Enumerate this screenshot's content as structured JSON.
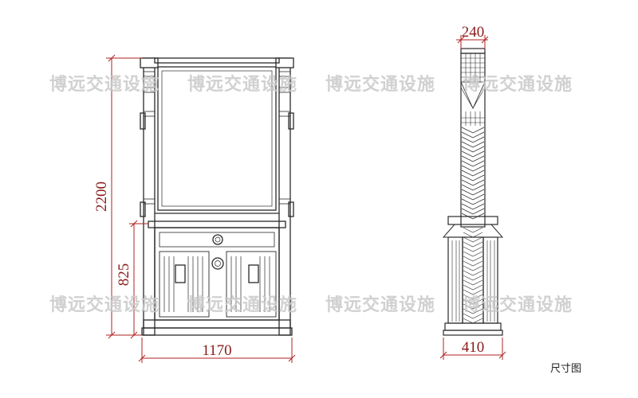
{
  "watermark": "博远交通设施",
  "caption": "尺寸图",
  "dimensions": {
    "total_height": "2200",
    "cabinet_height": "825",
    "front_width": "1170",
    "side_top_width": "240",
    "side_bottom_width": "410"
  },
  "colors": {
    "dimension": "#b02020",
    "outline": "#2a2a2a",
    "watermark": "#c9c9c9"
  }
}
